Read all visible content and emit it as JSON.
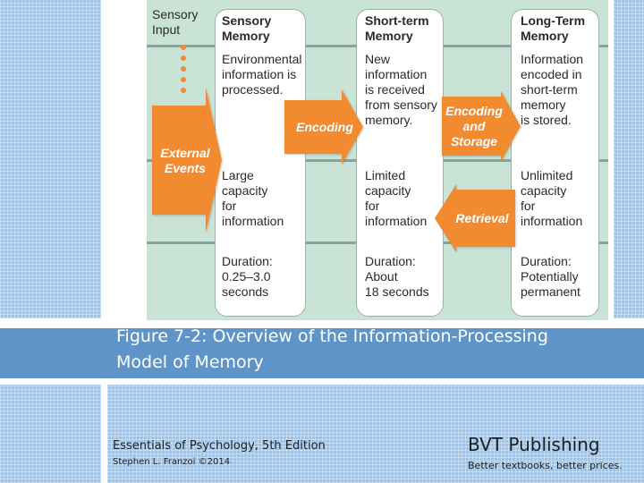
{
  "colors": {
    "accent": "#f28a30",
    "caption_band": "#5e94c8",
    "stripe": "#9ec3e8",
    "figure_bg": "#c9e3d7"
  },
  "figure": {
    "sensory_input_label": "Sensory\nInput",
    "columns": [
      {
        "title": "Sensory\nMemory",
        "description": "Environmental\ninformation is\nprocessed.",
        "capacity": "Large\ncapacity\nfor\ninformation",
        "duration": "Duration:\n0.25–3.0\nseconds"
      },
      {
        "title": "Short-term\nMemory",
        "description": "New\ninformation\nis received\nfrom sensory\nmemory.",
        "capacity": "Limited\ncapacity\nfor\ninformation",
        "duration": "Duration:\nAbout\n18 seconds"
      },
      {
        "title": "Long-Term\nMemory",
        "description": "Information\nencoded in\nshort-term\nmemory\nis stored.",
        "capacity": "Unlimited\ncapacity\nfor\ninformation",
        "duration": "Duration:\nPotentially\npermanent"
      }
    ],
    "arrows": {
      "external_events": "External\nEvents",
      "encoding": "Encoding",
      "encoding_and_storage": "Encoding\nand\nStorage",
      "retrieval": "Retrieval"
    }
  },
  "caption": {
    "line1": "Figure 7-2: Overview of the Information-Processing",
    "line2": "Model of Memory"
  },
  "footer": {
    "book_title": "Essentials of Psychology, 5th Edition",
    "author": "Stephen L. Franzoi ©2014",
    "publisher": "BVT Publishing",
    "tagline": "Better textbooks, better prices."
  }
}
